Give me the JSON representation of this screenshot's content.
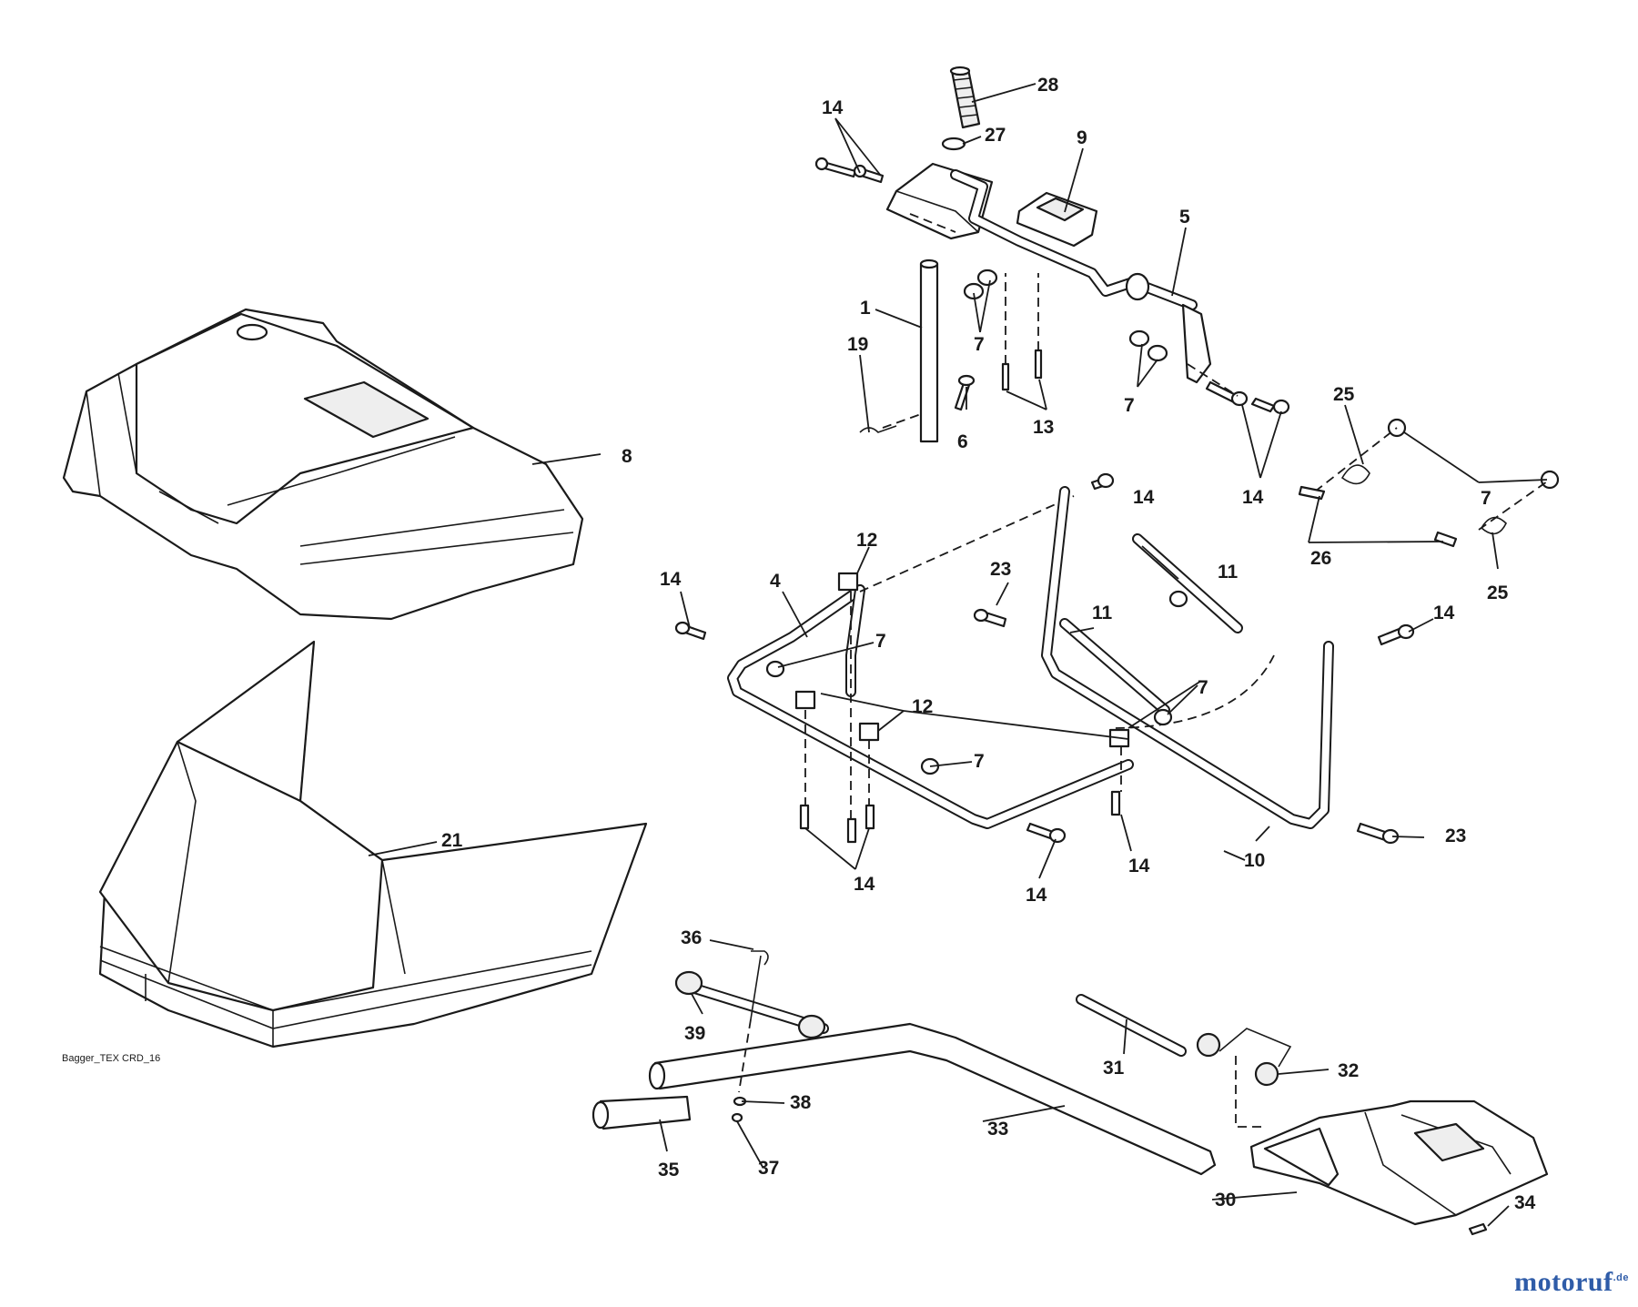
{
  "diagram": {
    "caption": "Bagger_TEX CRD_16",
    "watermark": {
      "brand": "motoruf",
      "tld": ".de"
    },
    "callouts": {
      "n28": "28",
      "n27": "27",
      "n14": "14",
      "n9": "9",
      "n5": "5",
      "n1": "1",
      "n19": "19",
      "n6": "6",
      "n7": "7",
      "n13": "13",
      "n8": "8",
      "n25": "25",
      "n26": "26",
      "n12": "12",
      "n4": "4",
      "n23": "23",
      "n11": "11",
      "n10": "10",
      "n21": "21",
      "n36": "36",
      "n39": "39",
      "n31": "31",
      "n32": "32",
      "n33": "33",
      "n38": "38",
      "n37": "37",
      "n35": "35",
      "n30": "30",
      "n34": "34"
    }
  }
}
